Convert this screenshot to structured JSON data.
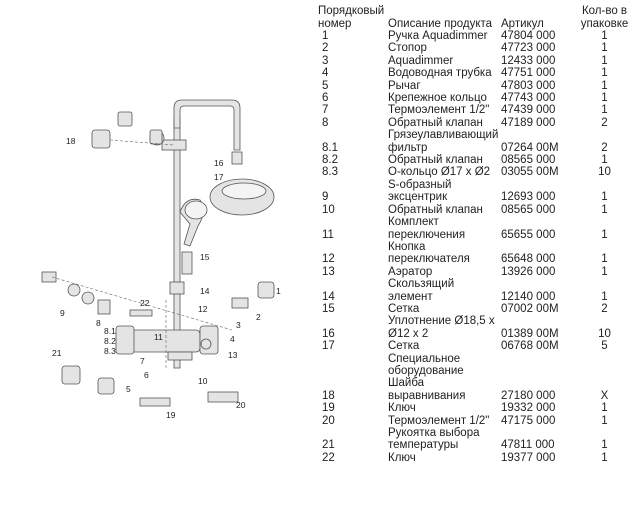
{
  "table": {
    "headers": {
      "number": "Порядковый номер",
      "description": "Описание продукта",
      "article": "Артикул",
      "quantity": "Кол-во в упаковке"
    },
    "rows": [
      {
        "num": "1",
        "desc": "Ручка Aquadimmer",
        "article": "47804 000",
        "qty": "1"
      },
      {
        "num": "2",
        "desc": "Стопор",
        "article": "47723 000",
        "qty": "1"
      },
      {
        "num": "3",
        "desc": "Aquadimmer",
        "article": "12433 000",
        "qty": "1"
      },
      {
        "num": "4",
        "desc": "Водоводная трубка",
        "article": "47751 000",
        "qty": "1"
      },
      {
        "num": "5",
        "desc": "Рычаг",
        "article": "47803 000",
        "qty": "1"
      },
      {
        "num": "6",
        "desc": "Крепежное кольцо",
        "article": "47743 000",
        "qty": "1"
      },
      {
        "num": "7",
        "desc": "Термоэлемент 1/2\"",
        "article": "47439 000",
        "qty": "1"
      },
      {
        "num": "8",
        "desc": "Обратный клапан",
        "article": "47189 000",
        "qty": "2"
      },
      {
        "num": "8.1",
        "desc": "Грязеулавливающий фильтр",
        "article": "07264 00M",
        "qty": "2"
      },
      {
        "num": "8.2",
        "desc": "Обратный клапан",
        "article": "08565 000",
        "qty": "1"
      },
      {
        "num": "8.3",
        "desc": "О-кольцо Ø17 x Ø2",
        "article": "03055 00M",
        "qty": "10"
      },
      {
        "num": "9",
        "desc": "S-образный эксцентрик",
        "article": "12693 000",
        "qty": "1"
      },
      {
        "num": "10",
        "desc": "Обратный клапан",
        "article": "08565 000",
        "qty": "1"
      },
      {
        "num": "11",
        "desc": "Комплект переключения",
        "article": "65655 000",
        "qty": "1"
      },
      {
        "num": "12",
        "desc": "Кнопка переключателя",
        "article": "65648 000",
        "qty": "1"
      },
      {
        "num": "13",
        "desc": "Аэратор",
        "article": "13926 000",
        "qty": "1"
      },
      {
        "num": "14",
        "desc": "Скользящий элемент",
        "article": "12140 000",
        "qty": "1"
      },
      {
        "num": "15",
        "desc": "Сетка",
        "article": "07002 00M",
        "qty": "2"
      },
      {
        "num": "16",
        "desc": "Уплотнение Ø18,5 x Ø12 x 2",
        "article": "01389 00M",
        "qty": "10"
      },
      {
        "num": "17",
        "desc": "Сетка",
        "article": "06768 00M",
        "qty": "5"
      },
      {
        "num": "18",
        "desc": "Специальное оборудование Шайба выравнивания",
        "article": "27180 000",
        "qty": "X"
      },
      {
        "num": "19",
        "desc": "Ключ",
        "article": "19332 000",
        "qty": "1"
      },
      {
        "num": "20",
        "desc": "Термоэлемент 1/2\"",
        "article": "47175 000",
        "qty": "1"
      },
      {
        "num": "21",
        "desc": "Рукоятка выбора температуры",
        "article": "47811 000",
        "qty": "1"
      },
      {
        "num": "22",
        "desc": "Ключ",
        "article": "19377 000",
        "qty": "1"
      }
    ]
  },
  "diagram": {
    "callouts": [
      "1",
      "2",
      "3",
      "4",
      "5",
      "6",
      "7",
      "8",
      "8.1",
      "8.2",
      "8.3",
      "9",
      "10",
      "11",
      "12",
      "13",
      "14",
      "15",
      "16",
      "17",
      "18",
      "19",
      "20",
      "21",
      "22"
    ]
  }
}
